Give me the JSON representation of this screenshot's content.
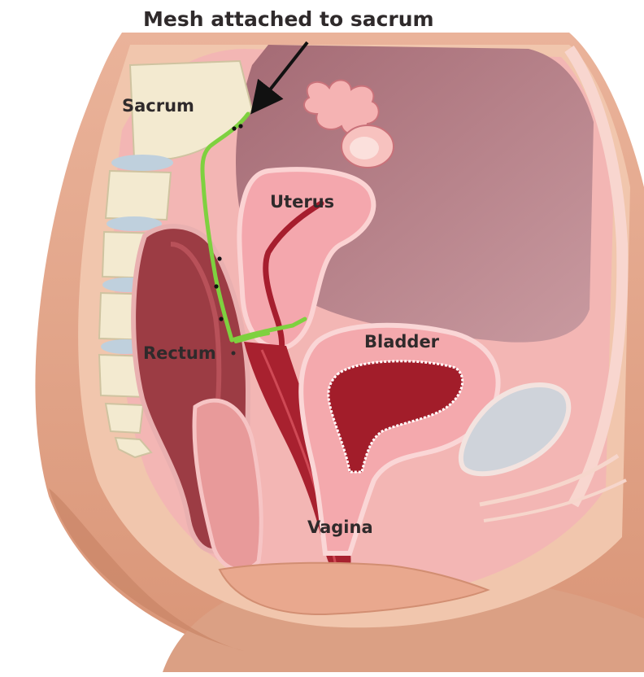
{
  "annotation": "Mesh attached to sacrum",
  "labels": {
    "sacrum": "Sacrum",
    "uterus": "Uterus",
    "rectum": "Rectum",
    "bladder": "Bladder",
    "vagina": "Vagina"
  },
  "colors": {
    "skin": "#e3a385",
    "skin_light": "#f1c6ad",
    "cavity": "#b98289",
    "tissue": "#f5c4c4",
    "organ_dark": "#9e2a35",
    "bone": "#f3ead0",
    "disc": "#bfd0dd",
    "mesh": "#7ed13f",
    "arrow": "#111111"
  }
}
